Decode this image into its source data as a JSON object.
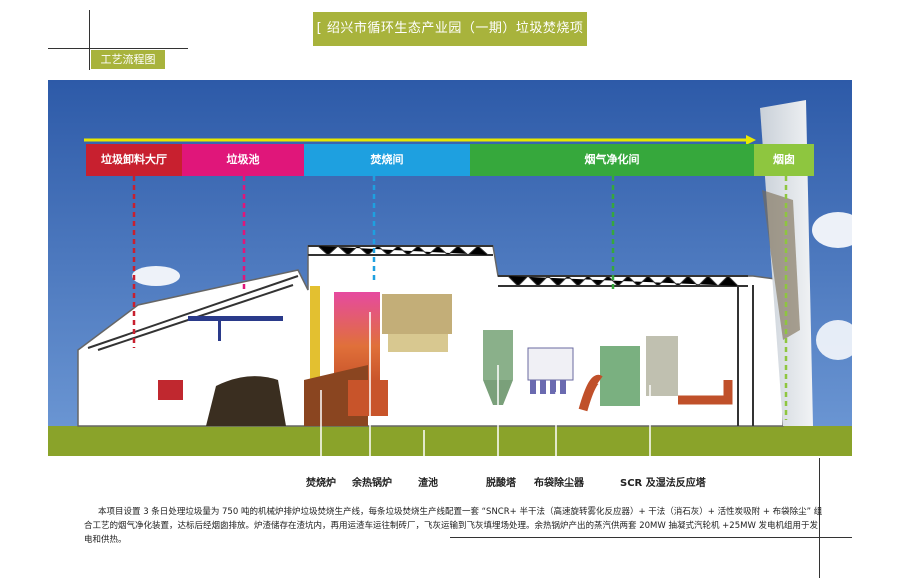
{
  "header": {
    "title": "[ 绍兴市循环生态产业园（一期）垃圾焚烧项目 ]",
    "tag": "工艺流程图"
  },
  "stages": [
    {
      "label": "垃圾卸料大厅",
      "color": "#c8202f"
    },
    {
      "label": "垃圾池",
      "color": "#e0167a"
    },
    {
      "label": "焚烧间",
      "color": "#1ea0e0"
    },
    {
      "label": "烟气净化间",
      "color": "#36a83c"
    },
    {
      "label": "烟囱",
      "color": "#8ec63f"
    }
  ],
  "equipment": [
    {
      "label": "焚烧炉"
    },
    {
      "label": "余热锅炉"
    },
    {
      "label": "渣池"
    },
    {
      "label": "脱酸塔"
    },
    {
      "label": "布袋除尘器"
    },
    {
      "label": "SCR 及湿法反应塔"
    }
  ],
  "description": "本项目设置 3 条日处理垃圾量为 750 吨的机械炉排炉垃圾焚烧生产线，每条垃圾焚烧生产线配置一套 “SNCR+ 半干法（高速旋转雾化反应器）+ 干法（消石灰）+ 活性炭吸附 + 布袋除尘” 组合工艺的烟气净化装置，达标后经烟囱排放。炉渣储存在渣坑内，再用运渣车运往制砖厂，飞灰运输到飞灰填埋场处理。余热锅炉产出的蒸汽供两套 20MW 抽凝式汽轮机 +25MW 发电机组用于发电和供热。",
  "colors": {
    "accent": "#a8b33c",
    "flow_arrow": "#e8e800",
    "ground": "#8aa32a"
  }
}
